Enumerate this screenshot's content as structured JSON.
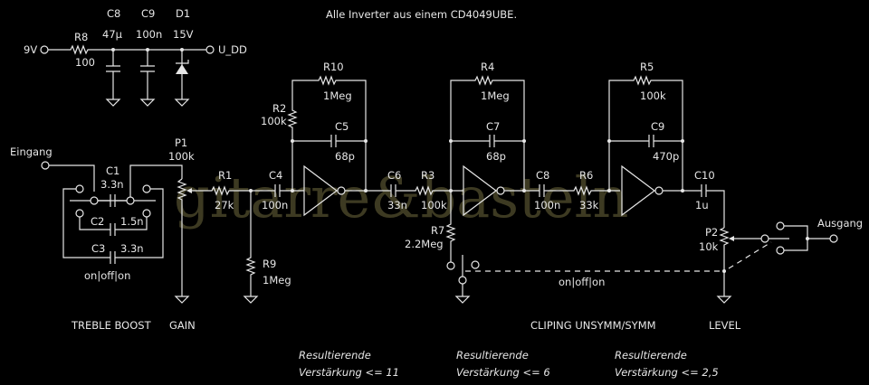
{
  "title": "Alle Inverter aus einem CD4049UBE.",
  "watermark": "gitarre&basteln",
  "supply": {
    "input": "9V",
    "output": "U_DD",
    "r8": {
      "name": "R8",
      "value": "100"
    },
    "c8": {
      "name": "C8",
      "value": "47µ"
    },
    "c9": {
      "name": "C9",
      "value": "100n"
    },
    "d1": {
      "name": "D1",
      "value": "15V"
    }
  },
  "input_label": "Eingang",
  "output_label": "Ausgang",
  "treble": {
    "c1": {
      "name": "C1",
      "value": "3.3n"
    },
    "c2": {
      "name": "C2",
      "value": "1.5n"
    },
    "c3": {
      "name": "C3",
      "value": "3.3n"
    },
    "switch": "on|off|on",
    "section": "TREBLE BOOST"
  },
  "gain": {
    "p1": {
      "name": "P1",
      "value": "100k"
    },
    "section": "GAIN"
  },
  "stage1": {
    "r1": {
      "name": "R1",
      "value": "27k"
    },
    "c4": {
      "name": "C4",
      "value": "100n"
    },
    "r9": {
      "name": "R9",
      "value": "1Meg"
    },
    "r2": {
      "name": "R2",
      "value": "100k"
    },
    "r10": {
      "name": "R10",
      "value": "1Meg"
    },
    "c5": {
      "name": "C5",
      "value": "68p"
    },
    "note": [
      "Resultierende",
      "Verstärkung <= 11"
    ]
  },
  "stage2": {
    "c6": {
      "name": "C6",
      "value": "33n"
    },
    "r3": {
      "name": "R3",
      "value": "100k"
    },
    "r4": {
      "name": "R4",
      "value": "1Meg"
    },
    "c7": {
      "name": "C7",
      "value": "68p"
    },
    "r7": {
      "name": "R7",
      "value": "2.2Meg"
    },
    "note": [
      "Resultierende",
      "Verstärkung <= 6"
    ]
  },
  "stage3": {
    "c8": {
      "name": "C8",
      "value": "100n"
    },
    "r6": {
      "name": "R6",
      "value": "33k"
    },
    "r5": {
      "name": "R5",
      "value": "100k"
    },
    "c9": {
      "name": "C9",
      "value": "470p"
    },
    "c10": {
      "name": "C10",
      "value": "1u"
    },
    "note": [
      "Resultierende",
      "Verstärkung <= 2,5"
    ]
  },
  "clipping": {
    "switch": "on|off|on",
    "section": "CLIPING UNSYMM/SYMM"
  },
  "level": {
    "p2": {
      "name": "P2",
      "value": "10k"
    },
    "section": "LEVEL"
  }
}
